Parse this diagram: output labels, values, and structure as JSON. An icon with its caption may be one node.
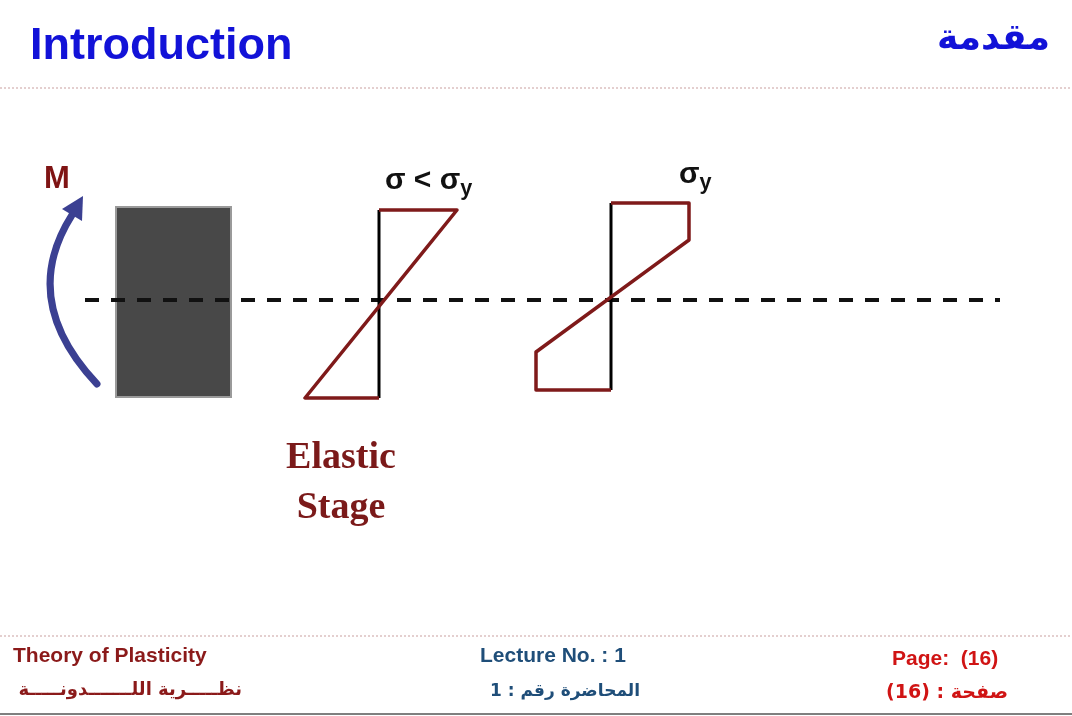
{
  "diagram": {
    "title": "Introduction",
    "nodes": [
      {
        "text": [],
        "shape": "box"
      }
    ],
    "labels": [
      "مقدمة",
      "M",
      "σ < σ$_{y}$",
      "σ$_{y}$",
      "Elastic Stage",
      "Theory of Plasticity",
      "Lecture No. : 1",
      "Page:  (16)",
      "نظـــــرية اللـــــــدونـــــة",
      "المحاضرة رقم : 1",
      "صفحة : (16)"
    ]
  }
}
